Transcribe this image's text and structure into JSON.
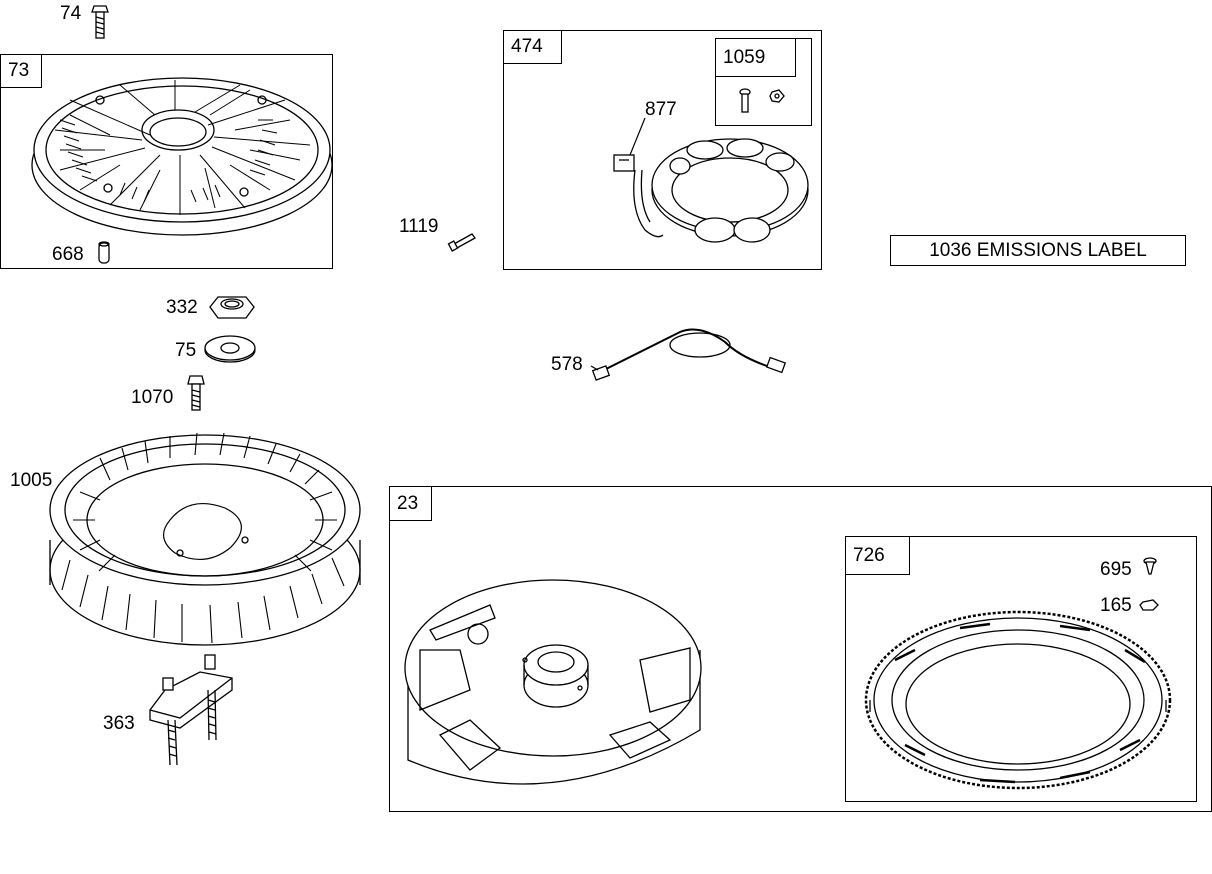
{
  "parts": {
    "p74": "74",
    "p73": "73",
    "p668": "668",
    "p332": "332",
    "p75": "75",
    "p1070": "1070",
    "p1005": "1005",
    "p363": "363",
    "p1119": "1119",
    "p474": "474",
    "p1059": "1059",
    "p877": "877",
    "p578": "578",
    "p23": "23",
    "p726": "726",
    "p695": "695",
    "p165": "165"
  },
  "emissions_label": "1036 EMISSIONS LABEL"
}
